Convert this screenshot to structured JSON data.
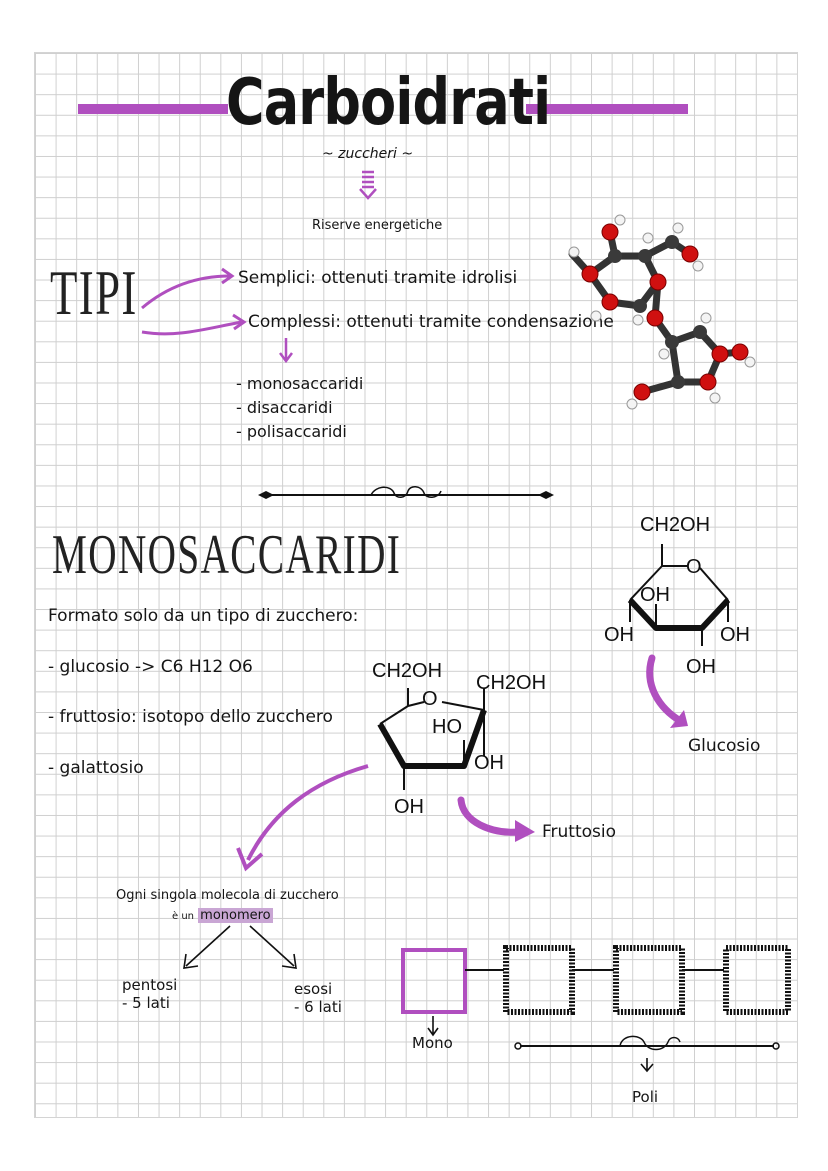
{
  "title": "Carboidrati",
  "subtitle": "~ zuccheri ~",
  "reserve_label": "Riserve energetiche",
  "tipi": {
    "heading": "TIPI",
    "semplici": "Semplici: ottenuti tramite idrolisi",
    "complessi": "Complessi: ottenuti tramite condensazione",
    "items": [
      "- monosaccaridi",
      "- disaccaridi",
      "- polisaccaridi"
    ]
  },
  "monosaccaridi": {
    "heading": "MONOSACCARIDI",
    "intro": "Formato solo da un tipo di zucchero:",
    "items": [
      "- glucosio -> C6 H12 O6",
      "- fruttosio: isotopo dello zucchero",
      "- galattosio"
    ]
  },
  "glucose_labels": {
    "ch2oh": "CH2OH",
    "o": "O",
    "oh_top": "OH",
    "oh_left": "OH",
    "oh_right": "OH",
    "oh_bottom": "OH",
    "name": "Glucosio"
  },
  "fructose_labels": {
    "ch2oh_left": "CH2OH",
    "ch2oh_right": "CH2OH",
    "o": "O",
    "ho": "HO",
    "oh_right": "OH",
    "oh_bottom": "OH",
    "name": "Fruttosio"
  },
  "monomer": {
    "line1": "Ogni singola molecola di zucchero",
    "line2_prefix": "è un",
    "line2_highlight": "monomero",
    "pentosi": "pentosi",
    "pentosi_sub": "- 5 lati",
    "esosi": "esosi",
    "esosi_sub": "- 6 lati"
  },
  "polymer": {
    "mono": "Mono",
    "poli": "Poli"
  },
  "colors": {
    "accent": "#b04fbf",
    "ink": "#151515",
    "red_atom": "#d01010",
    "dark_atom": "#3a3a3a"
  }
}
